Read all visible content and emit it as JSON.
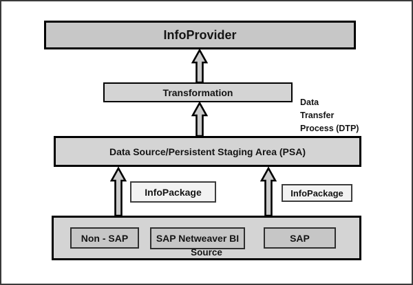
{
  "diagram": {
    "nodes": {
      "info_provider": {
        "label": "InfoProvider"
      },
      "transformation": {
        "label": "Transformation"
      },
      "psa": {
        "label": "Data Source/Persistent Staging Area (PSA)"
      },
      "source": {
        "label": "Source",
        "systems": [
          {
            "label": "Non - SAP"
          },
          {
            "label": "SAP Netweaver BI"
          },
          {
            "label": "SAP"
          }
        ]
      }
    },
    "annotations": {
      "dtp": {
        "lines": [
          "Data",
          "Transfer",
          "Process (DTP)"
        ]
      },
      "info_package_left": {
        "label": "InfoPackage"
      },
      "info_package_right": {
        "label": "InfoPackage"
      }
    },
    "colors": {
      "background": "#ffffff",
      "frame_border": "#3a3a3a",
      "border": "#000000",
      "box_fill": "#c7c7c7",
      "box_fill_light": "#d4d4d4",
      "inner_fill": "#c6c6c6",
      "package_fill": "#f2f2f2",
      "package_border": "#3c3c3c",
      "arrow_fill": "#cbcbcb",
      "text": "#141414"
    }
  }
}
